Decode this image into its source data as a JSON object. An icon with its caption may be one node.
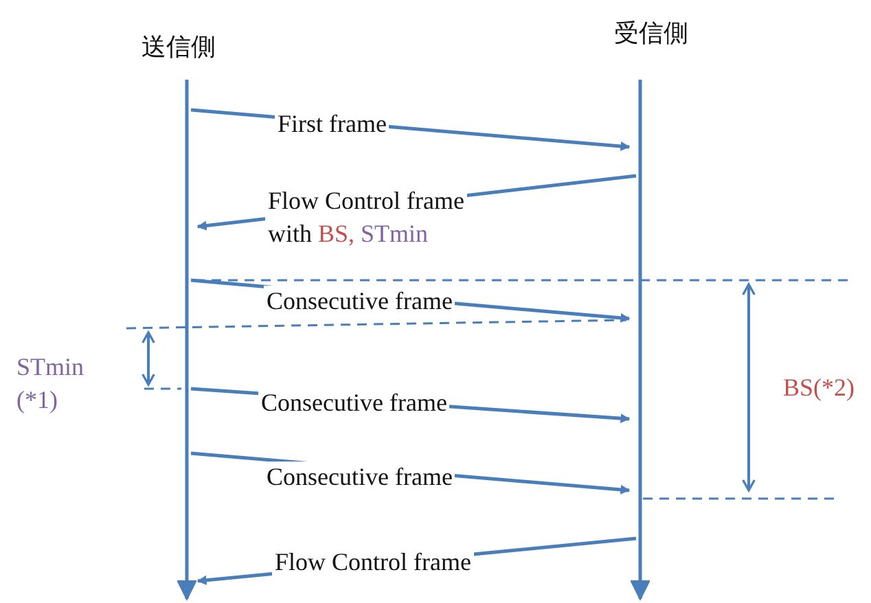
{
  "diagram": {
    "nodes": [
      {
        "text": [
          "送信側"
        ]
      },
      {
        "text": [
          "受信側"
        ]
      }
    ],
    "edges": [
      {
        "from": 0,
        "to": 1,
        "arrow": "to",
        "label": "First frame"
      },
      {
        "from": 1,
        "to": 0,
        "arrow": "to",
        "label": "Flow Control frame with BS, STmin"
      },
      {
        "from": 0,
        "to": 1,
        "arrow": "to",
        "label": "Consecutive frame"
      },
      {
        "from": 0,
        "to": 1,
        "arrow": "to",
        "label": "Consecutive frame"
      },
      {
        "from": 0,
        "to": 1,
        "arrow": "to",
        "label": "Consecutive frame"
      },
      {
        "from": 1,
        "to": 0,
        "arrow": "to",
        "label": "Flow Control frame"
      }
    ],
    "labels": [
      "STmin (*1)",
      "BS(*2)"
    ]
  }
}
